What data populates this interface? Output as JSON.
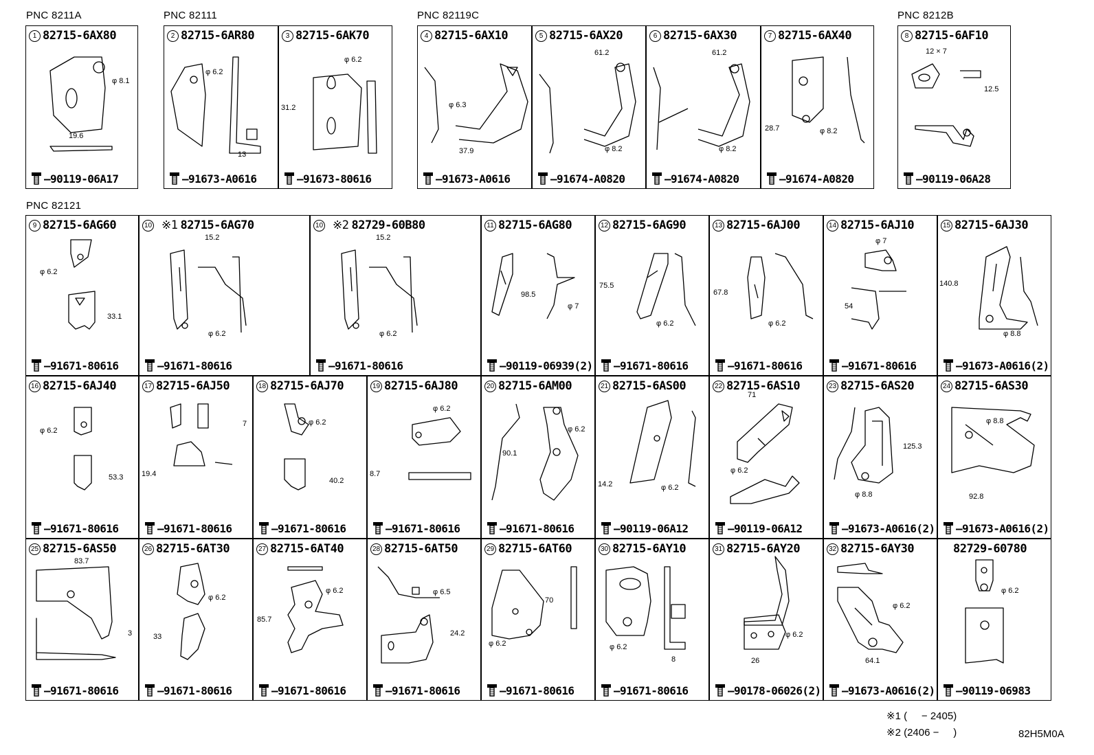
{
  "pnc_labels": [
    "PNC 8211A",
    "PNC 82111",
    "PNC 82119C",
    "PNC 8212B",
    "PNC 82121"
  ],
  "cells": [
    {
      "num": "1",
      "part": "82715-6AX80",
      "bolt": "90119-06A17",
      "dims": [
        "φ 8.1",
        "19.6"
      ]
    },
    {
      "num": "2",
      "part": "82715-6AR80",
      "bolt": "91673-A0616",
      "dims": [
        "φ 6.2",
        "13"
      ]
    },
    {
      "num": "3",
      "part": "82715-6AK70",
      "bolt": "91673-80616",
      "dims": [
        "φ 6.2",
        "31.2"
      ]
    },
    {
      "num": "4",
      "part": "82715-6AX10",
      "bolt": "91673-A0616",
      "dims": [
        "φ 6.3",
        "37.9"
      ]
    },
    {
      "num": "5",
      "part": "82715-6AX20",
      "bolt": "91674-A0820",
      "dims": [
        "61.2",
        "φ 8.2"
      ]
    },
    {
      "num": "6",
      "part": "82715-6AX30",
      "bolt": "91674-A0820",
      "dims": [
        "61.2",
        "φ 8.2"
      ]
    },
    {
      "num": "7",
      "part": "82715-6AX40",
      "bolt": "91674-A0820",
      "dims": [
        "28.7",
        "φ 8.2"
      ]
    },
    {
      "num": "8",
      "part": "82715-6AF10",
      "bolt": "90119-06A28",
      "dims": [
        "12 × 7",
        "12.5"
      ]
    },
    {
      "num": "9",
      "part": "82715-6AG60",
      "bolt": "91671-80616",
      "dims": [
        "φ 6.2",
        "33.1"
      ]
    },
    {
      "num": "10",
      "mark": "※1",
      "part": "82715-6AG70",
      "bolt": "91671-80616",
      "dims": [
        "15.2",
        "φ 6.2"
      ]
    },
    {
      "num": "10",
      "mark": "※2",
      "part": "82729-60B80",
      "bolt": "91671-80616",
      "dims": [
        "15.2",
        "φ 6.2"
      ]
    },
    {
      "num": "11",
      "part": "82715-6AG80",
      "bolt": "90119-06939(2)",
      "dims": [
        "98.5",
        "φ 7"
      ]
    },
    {
      "num": "12",
      "part": "82715-6AG90",
      "bolt": "91671-80616",
      "dims": [
        "75.5",
        "φ 6.2"
      ]
    },
    {
      "num": "13",
      "part": "82715-6AJ00",
      "bolt": "91671-80616",
      "dims": [
        "67.8",
        "φ 6.2"
      ]
    },
    {
      "num": "14",
      "part": "82715-6AJ10",
      "bolt": "91671-80616",
      "dims": [
        "φ 7",
        "54"
      ]
    },
    {
      "num": "15",
      "part": "82715-6AJ30",
      "bolt": "91673-A0616(2)",
      "dims": [
        "140.8",
        "φ 8.8"
      ]
    },
    {
      "num": "16",
      "part": "82715-6AJ40",
      "bolt": "91671-80616",
      "dims": [
        "φ 6.2",
        "53.3"
      ]
    },
    {
      "num": "17",
      "part": "82715-6AJ50",
      "bolt": "91671-80616",
      "dims": [
        "7",
        "19.4"
      ]
    },
    {
      "num": "18",
      "part": "82715-6AJ70",
      "bolt": "91671-80616",
      "dims": [
        "φ 6.2",
        "40.2"
      ]
    },
    {
      "num": "19",
      "part": "82715-6AJ80",
      "bolt": "91671-80616",
      "dims": [
        "φ 6.2",
        "8.7"
      ]
    },
    {
      "num": "20",
      "part": "82715-6AM00",
      "bolt": "91671-80616",
      "dims": [
        "90.1",
        "φ 6.2"
      ]
    },
    {
      "num": "21",
      "part": "82715-6AS00",
      "bolt": "90119-06A12",
      "dims": [
        "14.2",
        "φ 6.2"
      ]
    },
    {
      "num": "22",
      "part": "82715-6AS10",
      "bolt": "90119-06A12",
      "dims": [
        "71",
        "φ 6.2"
      ]
    },
    {
      "num": "23",
      "part": "82715-6AS20",
      "bolt": "91673-A0616(2)",
      "dims": [
        "125.3",
        "φ 8.8"
      ]
    },
    {
      "num": "24",
      "part": "82715-6AS30",
      "bolt": "91673-A0616(2)",
      "dims": [
        "φ 8.8",
        "92.8"
      ]
    },
    {
      "num": "25",
      "part": "82715-6AS50",
      "bolt": "91671-80616",
      "dims": [
        "83.7",
        "3"
      ]
    },
    {
      "num": "26",
      "part": "82715-6AT30",
      "bolt": "91671-80616",
      "dims": [
        "φ 6.2",
        "33"
      ]
    },
    {
      "num": "27",
      "part": "82715-6AT40",
      "bolt": "91671-80616",
      "dims": [
        "φ 6.2",
        "85.7"
      ]
    },
    {
      "num": "28",
      "part": "82715-6AT50",
      "bolt": "91671-80616",
      "dims": [
        "φ 6.5",
        "24.2"
      ]
    },
    {
      "num": "29",
      "part": "82715-6AT60",
      "bolt": "91671-80616",
      "dims": [
        "70",
        "φ 6.2"
      ]
    },
    {
      "num": "30",
      "part": "82715-6AY10",
      "bolt": "91671-80616",
      "dims": [
        "φ 6.2",
        "8"
      ]
    },
    {
      "num": "31",
      "part": "82715-6AY20",
      "bolt": "90178-06026(2)",
      "dims": [
        "φ 6.2",
        "26"
      ]
    },
    {
      "num": "32",
      "part": "82715-6AY30",
      "bolt": "91673-A0616(2)",
      "dims": [
        "φ 6.2",
        "64.1"
      ]
    },
    {
      "num": "",
      "part": "82729-60780",
      "bolt": "90119-06983",
      "dims": [
        "φ 6.2"
      ]
    }
  ],
  "notes": [
    "※1 (     − 2405)",
    "※2 (2406 −     )"
  ],
  "figure_code": "82H5M0A"
}
